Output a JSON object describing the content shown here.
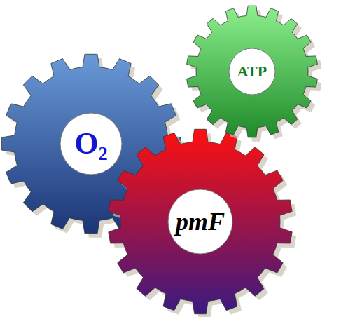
{
  "diagram": {
    "nodes": [
      {
        "text": [
          "ATP"
        ]
      },
      {
        "text": [
          "O₂"
        ]
      },
      {
        "text": [
          "pmF"
        ]
      }
    ]
  }
}
